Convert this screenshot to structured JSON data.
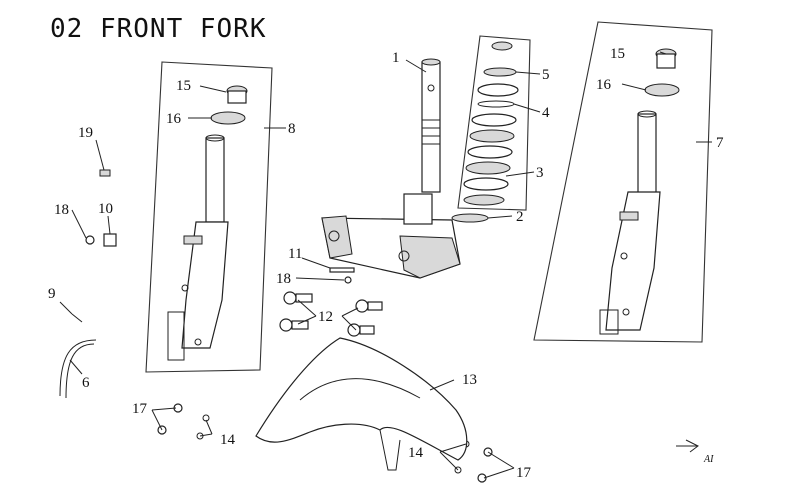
{
  "title": "02 FRONT FORK",
  "callouts": [
    "1",
    "2",
    "3",
    "4",
    "5",
    "6",
    "7",
    "8",
    "9",
    "10",
    "11",
    "12",
    "13",
    "14",
    "14",
    "15",
    "15",
    "16",
    "16",
    "17",
    "17",
    "18",
    "18",
    "19"
  ],
  "corner_mark": "AI"
}
